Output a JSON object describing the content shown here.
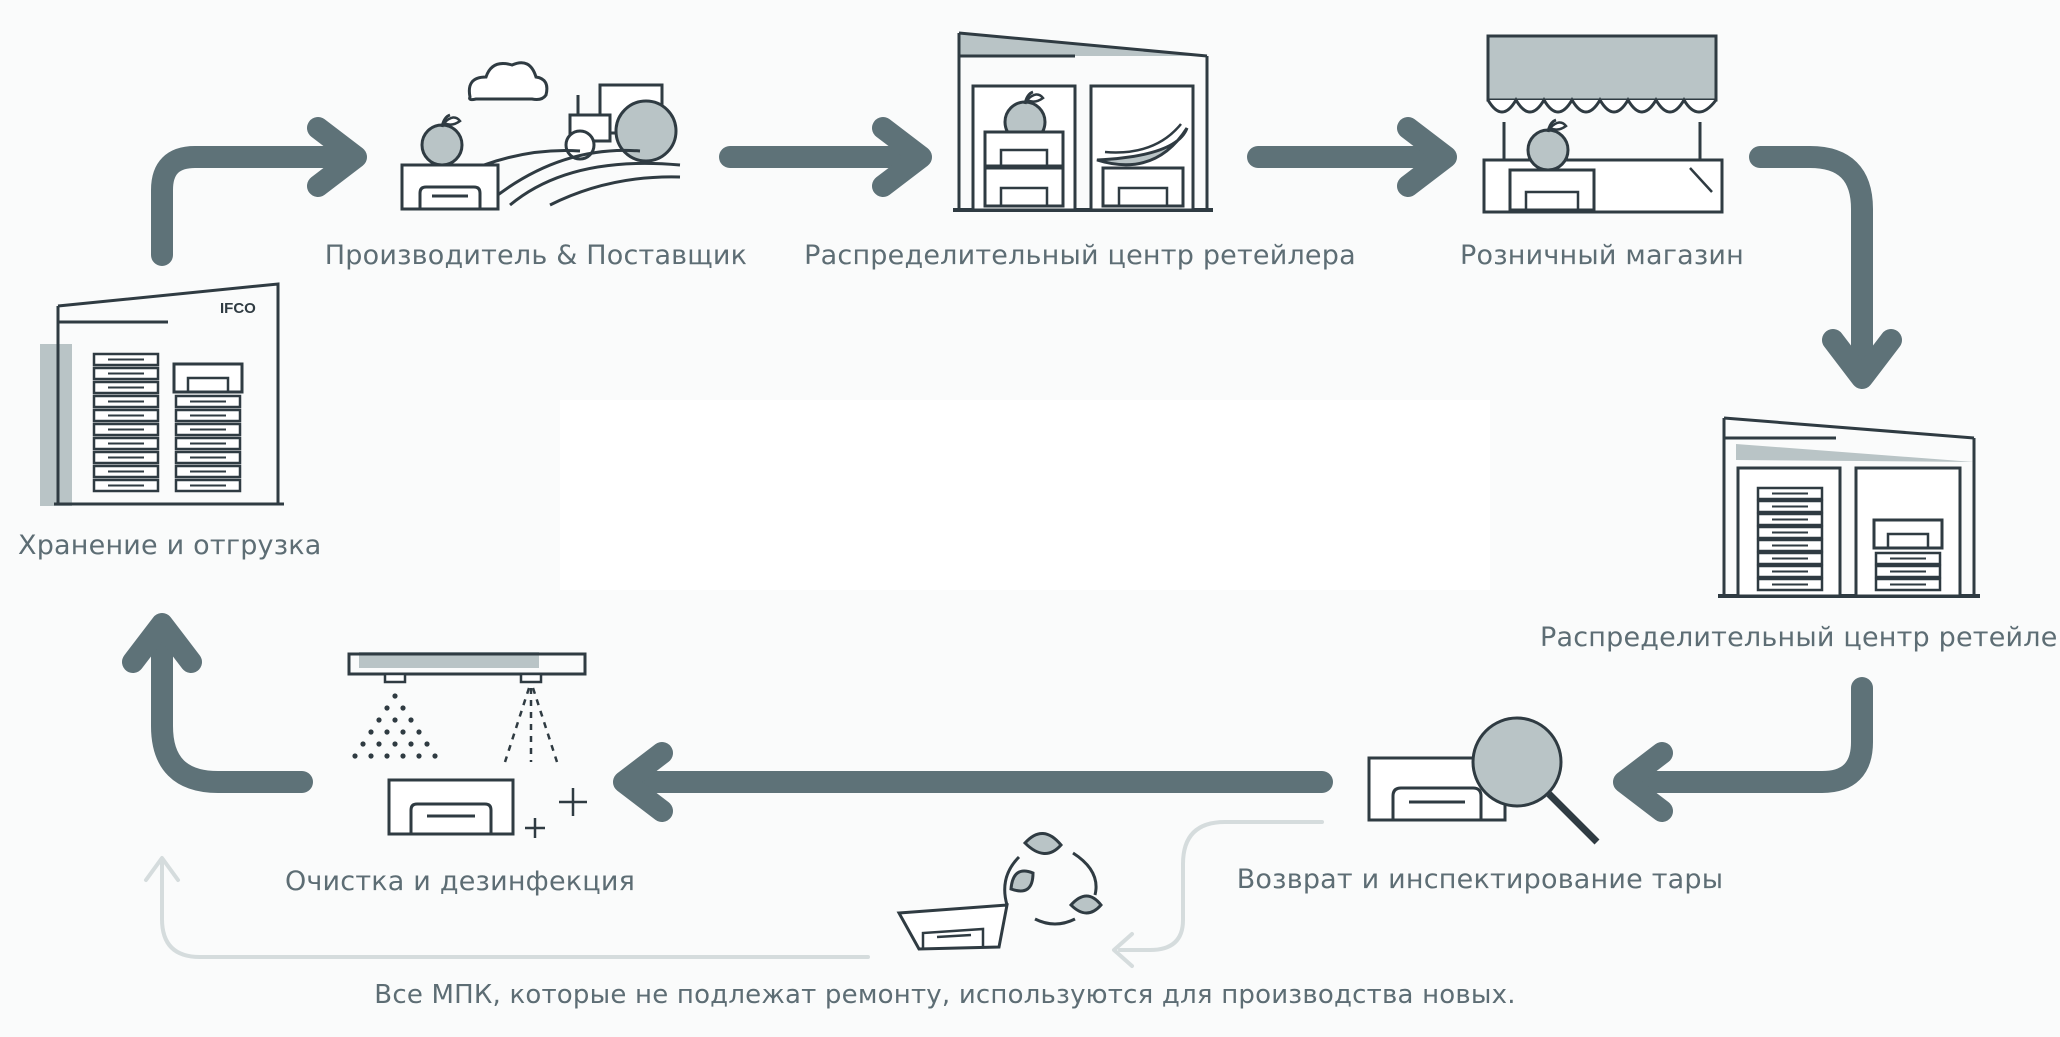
{
  "diagram": {
    "steps": [
      {
        "id": "producer",
        "label": "Производитель & Поставщик"
      },
      {
        "id": "dc_top",
        "label": "Распределительный центр ретейлера"
      },
      {
        "id": "retail",
        "label": "Розничный магазин"
      },
      {
        "id": "dc_right",
        "label": "Распределительный центр ретейлера"
      },
      {
        "id": "return",
        "label": "Возврат и инспектирование тары"
      },
      {
        "id": "cleaning",
        "label": "Очистка и дезинфекция"
      },
      {
        "id": "storage",
        "label": "Хранение и отгрузка"
      }
    ],
    "warehouse_sign": "IFCO",
    "recycle_note": "Все МПК, которые не подлежат ремонту, используются для производства новых.",
    "colors": {
      "arrow": "#5e7278",
      "arrow_light": "#d5dcdd",
      "line": "#2f3b42",
      "fill": "#b9c4c6",
      "text": "#5d6d74",
      "background": "#fafbfb"
    }
  }
}
